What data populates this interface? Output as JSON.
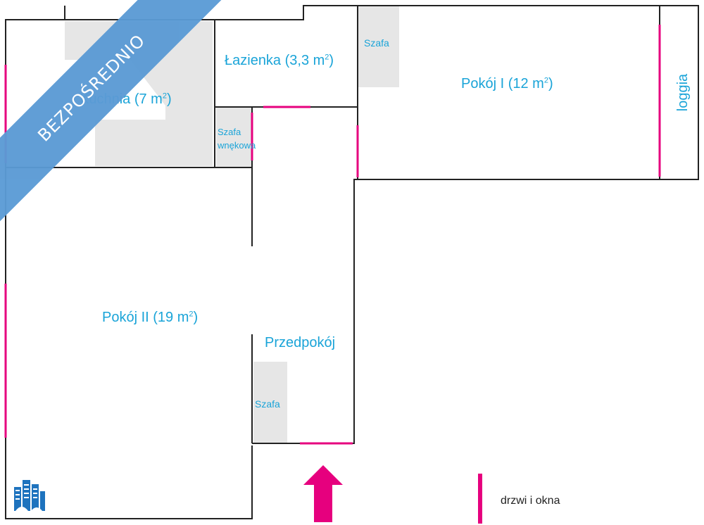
{
  "rooms": {
    "kuchnia": {
      "name": "Kuchnia (7 m",
      "sup": "2",
      "close": ")"
    },
    "lazienka": {
      "name": "Łazienka (3,3 m",
      "sup": "2",
      "close": ")"
    },
    "pokoj1": {
      "name": "Pokój I (12 m",
      "sup": "2",
      "close": ")"
    },
    "pokoj2": {
      "name": "Pokój II (19 m",
      "sup": "2",
      "close": ")"
    },
    "przedpokoj": "Przedpokój",
    "loggia": "loggia"
  },
  "wardrobes": {
    "szafa_top": "Szafa",
    "szafa_wnekowa_line1": "Szafa",
    "szafa_wnekowa_line2": "wnękowa",
    "szafa_hall": "Szafa"
  },
  "legend": {
    "label": "drzwi i okna",
    "color": "#e6007e"
  },
  "banner": "BEZPOŚREDNIO",
  "colors": {
    "wall": "#222222",
    "room_text": "#1aa4d8",
    "wardrobe_fill": "#e6e6e6",
    "opening": "#e6007e",
    "banner": "#5b9bd5"
  },
  "icons": {
    "entrance": "entrance-arrow-icon",
    "logo": "building-logo-icon"
  }
}
